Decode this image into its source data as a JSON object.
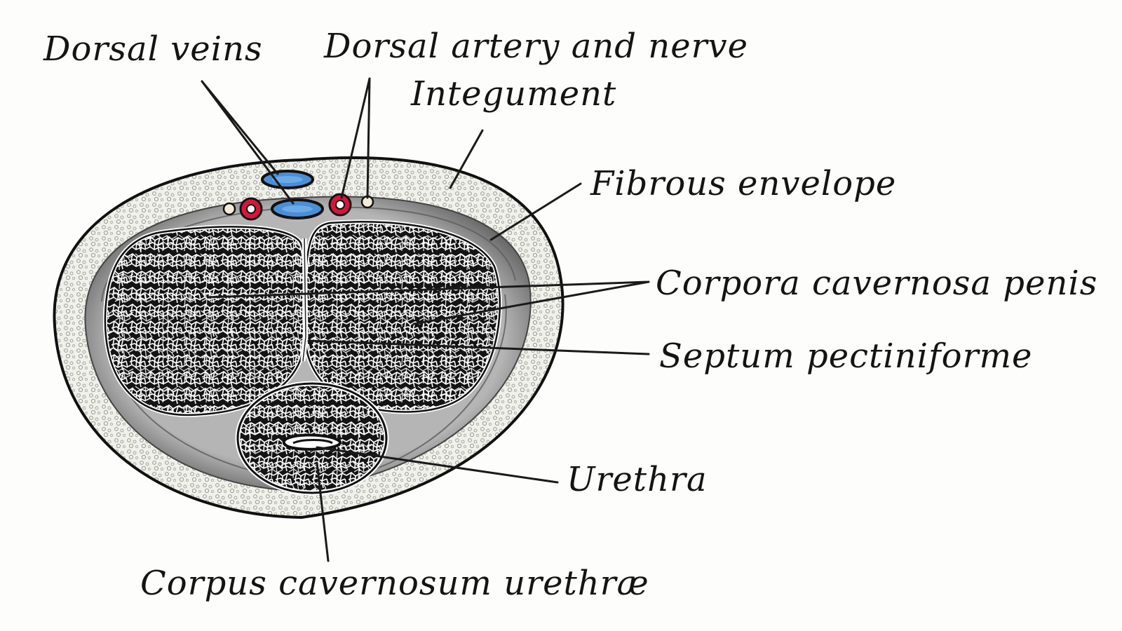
{
  "labels": {
    "dorsal_veins": "Dorsal veins",
    "dorsal_artery_nerve": "Dorsal artery and nerve",
    "integument": "Integument",
    "fibrous_envelope": "Fibrous envelope",
    "corpora_cavernosa_penis": "Corpora cavernosa penis",
    "septum_pectiniforme": "Septum pectiniforme",
    "urethra": "Urethra",
    "corpus_cavernosum_urethrae": "Corpus cavernosum urethræ"
  },
  "colors": {
    "vein": "#4a8fd6",
    "artery": "#d8143c",
    "nerve": "#f5ecd8",
    "ink": "#141414",
    "paper": "#fdfdfb",
    "integument_fill": "#eeeeea",
    "envelope_fill": "#8d8d8d",
    "tissue_dark": "#151515"
  }
}
